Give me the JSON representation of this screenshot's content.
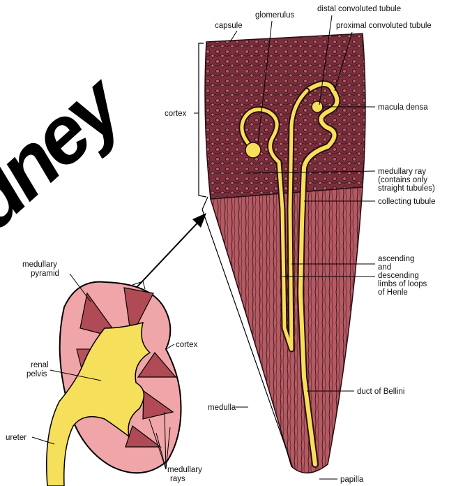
{
  "title": {
    "text": "Kidney",
    "visible_text": "dney"
  },
  "colors": {
    "tissue_dark": "#7a2f3c",
    "tissue_mid": "#a5505c",
    "medulla": "#c76b73",
    "kidney_pink": "#f0a5a8",
    "tubule_yellow": "#f6df5a",
    "line": "#000000"
  },
  "labels": {
    "capsule": "capsule",
    "glomerulus": "glomerulus",
    "distal": "distal convoluted tubule",
    "proximal": "proximal convoluted tubule",
    "macula_densa": "macula densa",
    "cortex_left": "cortex",
    "medullary_ray": [
      "medullary ray",
      "(contains only",
      "straight tubules)"
    ],
    "collecting_tubule": "collecting tubule",
    "loops": [
      "ascending",
      "and",
      "descending",
      "limbs of loops",
      "of Henle"
    ],
    "duct_bellini": "duct of Bellini",
    "medulla": "medulla",
    "papilla": "papilla",
    "medullary_pyramid": [
      "medullary",
      "pyramid"
    ],
    "kidney_cortex": "cortex",
    "renal_pelvis": [
      "renal",
      "pelvis"
    ],
    "ureter": "ureter",
    "medullary_rays": [
      "medullary",
      "rays"
    ]
  }
}
